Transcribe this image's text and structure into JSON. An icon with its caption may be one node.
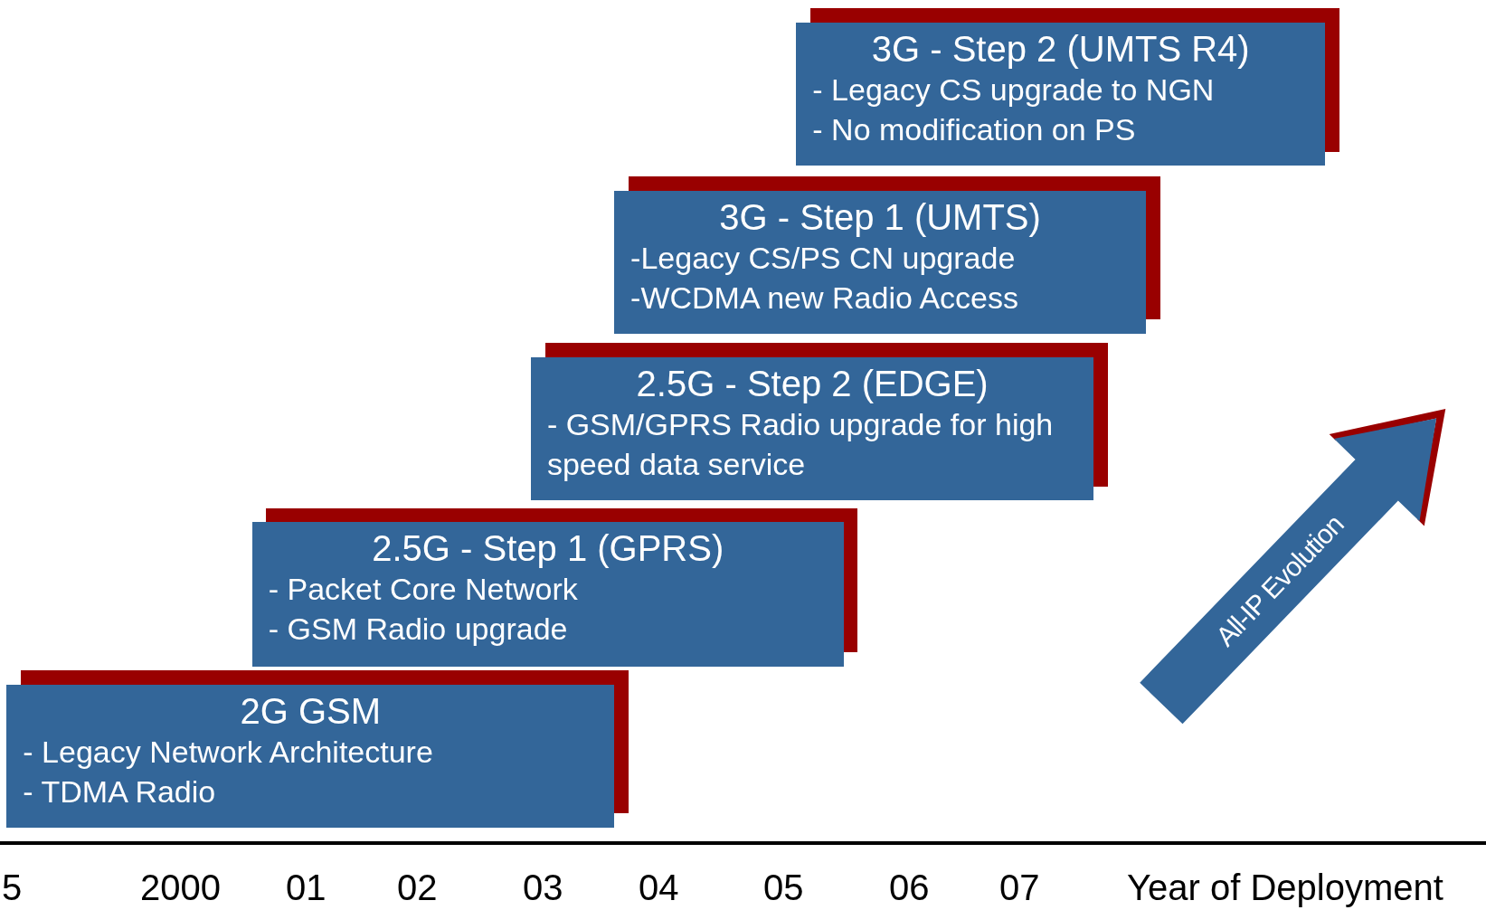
{
  "diagram": {
    "nodes": [
      {
        "text": [
          "2G GSM",
          "- Legacy Network Architecture",
          "- TDMA Radio"
        ]
      },
      {
        "text": [
          "2.5G - Step 1  (GPRS)",
          "- Packet Core Network",
          "- GSM Radio upgrade"
        ]
      },
      {
        "text": [
          "2.5G - Step 2 (EDGE)",
          "- GSM/GPRS Radio upgrade for high speed data service"
        ]
      },
      {
        "text": [
          "3G - Step 1 (UMTS)",
          "-Legacy CS/PS CN upgrade",
          "-WCDMA new Radio Access"
        ]
      },
      {
        "text": [
          "3G - Step 2 (UMTS R4)",
          "- Legacy CS upgrade to NGN",
          "- No modification on PS"
        ]
      },
      {
        "text": [
          "All-IP Evolution"
        ]
      }
    ],
    "edges": [],
    "labels": [
      "5",
      "2000",
      "01",
      "02",
      "03",
      "04",
      "05",
      "06",
      "07",
      "Year of Deployment"
    ]
  }
}
